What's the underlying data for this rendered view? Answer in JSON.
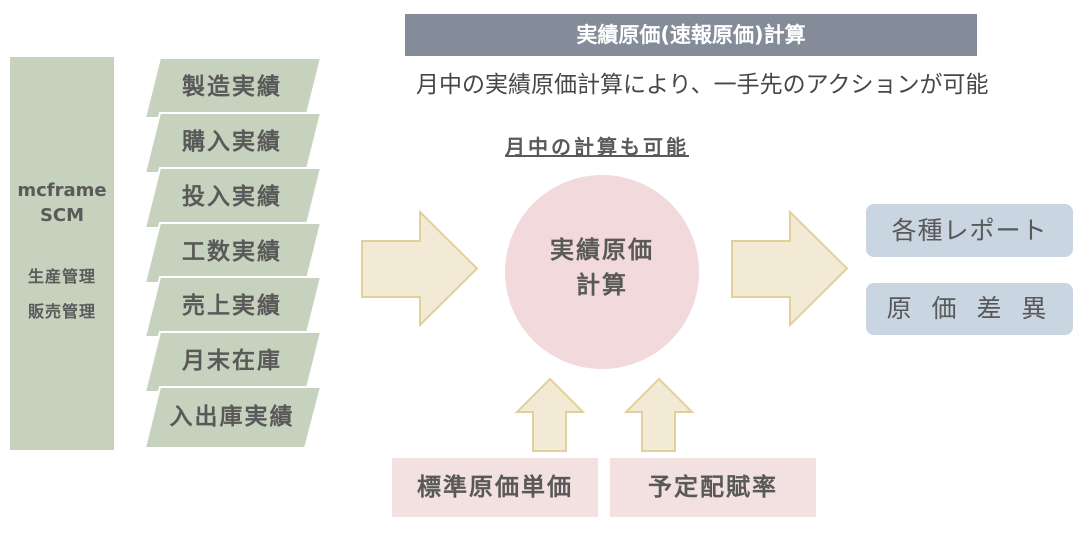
{
  "header": {
    "title": "実績原価(速報原価)計算",
    "subtitle": "月中の実績原価計算により、一手先のアクションが可能"
  },
  "note": "月中の計算も可能",
  "system": {
    "name": "mcframe",
    "product": "SCM",
    "modules": [
      "生産管理",
      "販売管理"
    ]
  },
  "sources": [
    "製造実績",
    "購入実績",
    "投入実績",
    "工数実績",
    "売上実績",
    "月末在庫",
    "入出庫実績"
  ],
  "process": {
    "line1": "実績原価",
    "line2": "計算"
  },
  "outputs": [
    "各種レポート",
    "原 価 差 異"
  ],
  "inputs": [
    "標準原価単価",
    "予定配賦率"
  ],
  "icons": {
    "flow_arrow": "arrow-right-icon",
    "input_arrow": "arrow-up-icon"
  },
  "colors": {
    "system_green": "#c6d2bd",
    "banner_gray": "#848c9a",
    "process_pink": "#f2d9db",
    "arrow_fill": "#f3ead6",
    "arrow_stroke": "#e2d09a",
    "output_blue": "#c9d5e1",
    "input_pink": "#f3e1e1",
    "text": "#595959"
  }
}
